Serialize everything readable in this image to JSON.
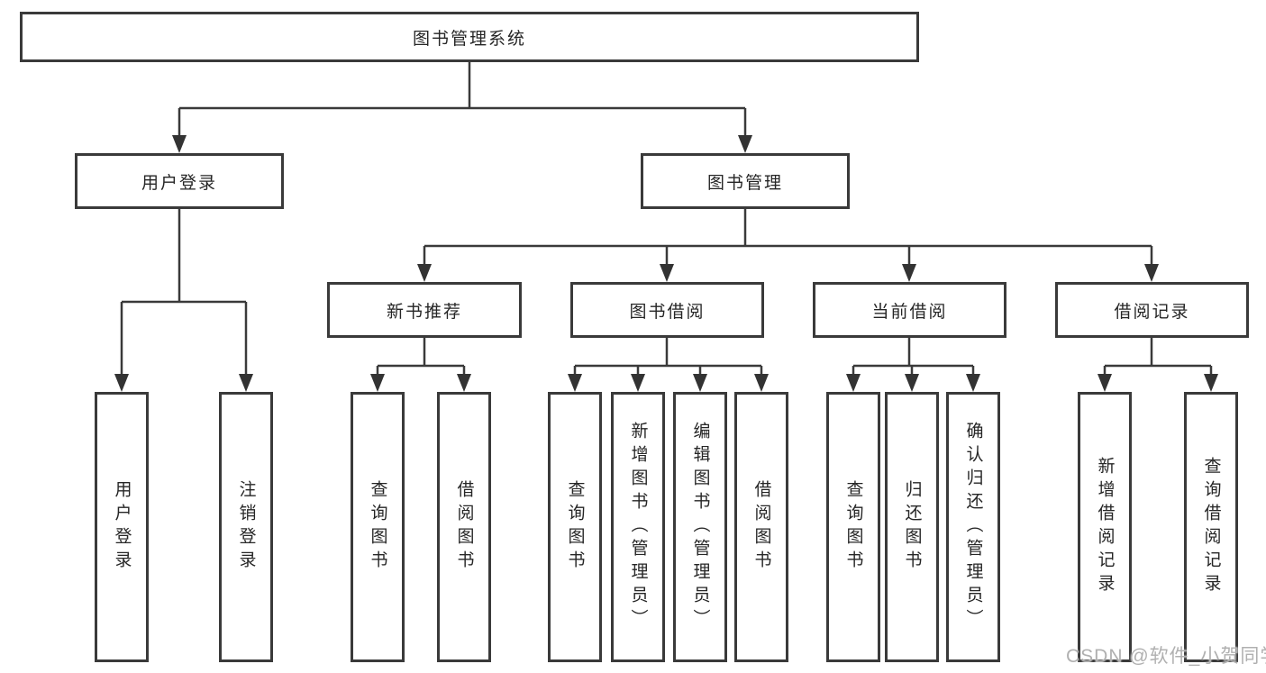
{
  "watermark": "CSDN @软件_小贺同学",
  "colors": {
    "line": "#3a3a3a",
    "box_border": "#3a3a3a",
    "box_fill": "#ffffff",
    "text": "#262626",
    "watermark": "#b0b0b0"
  },
  "tree": {
    "root": "图书管理系统",
    "branches": [
      {
        "label": "用户登录",
        "leaves": [
          "用户登录",
          "注销登录"
        ]
      },
      {
        "label": "图书管理",
        "sections": [
          {
            "label": "新书推荐",
            "leaves": [
              "查询图书",
              "借阅图书"
            ]
          },
          {
            "label": "图书借阅",
            "leaves": [
              "查询图书",
              "新增图书（管理员）",
              "编辑图书（管理员）",
              "借阅图书"
            ]
          },
          {
            "label": "当前借阅",
            "leaves": [
              "查询图书",
              "归还图书",
              "确认归还（管理员）"
            ]
          },
          {
            "label": "借阅记录",
            "leaves": [
              "新增借阅记录",
              "查询借阅记录"
            ]
          }
        ]
      }
    ]
  }
}
